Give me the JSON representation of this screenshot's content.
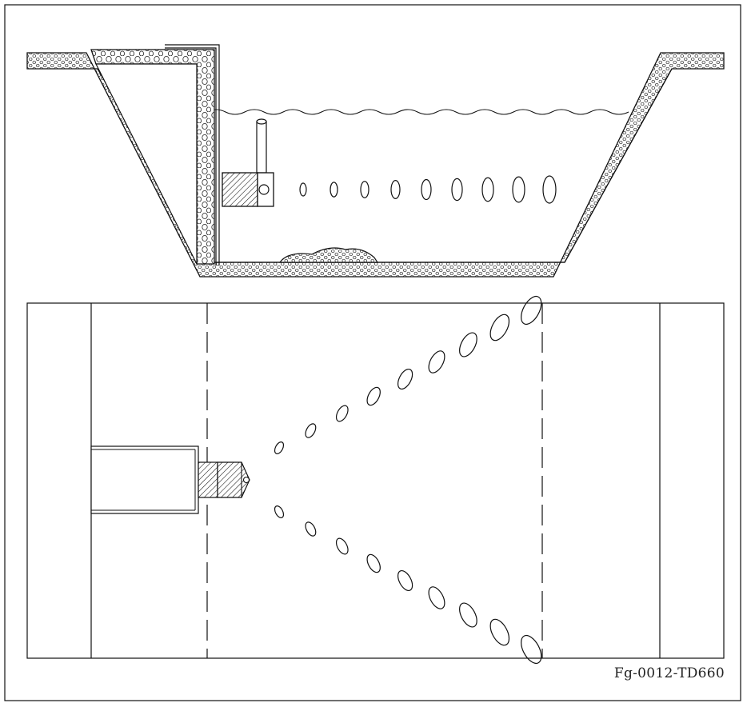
{
  "figure": {
    "id_label": "Fg-0012-TD660",
    "colors": {
      "line": "#111111",
      "background": "#ffffff"
    }
  },
  "section_view": {
    "bubble_rows": 9
  },
  "plan_view": {
    "bubble_arms": 2,
    "bubbles_per_arm": 9
  }
}
